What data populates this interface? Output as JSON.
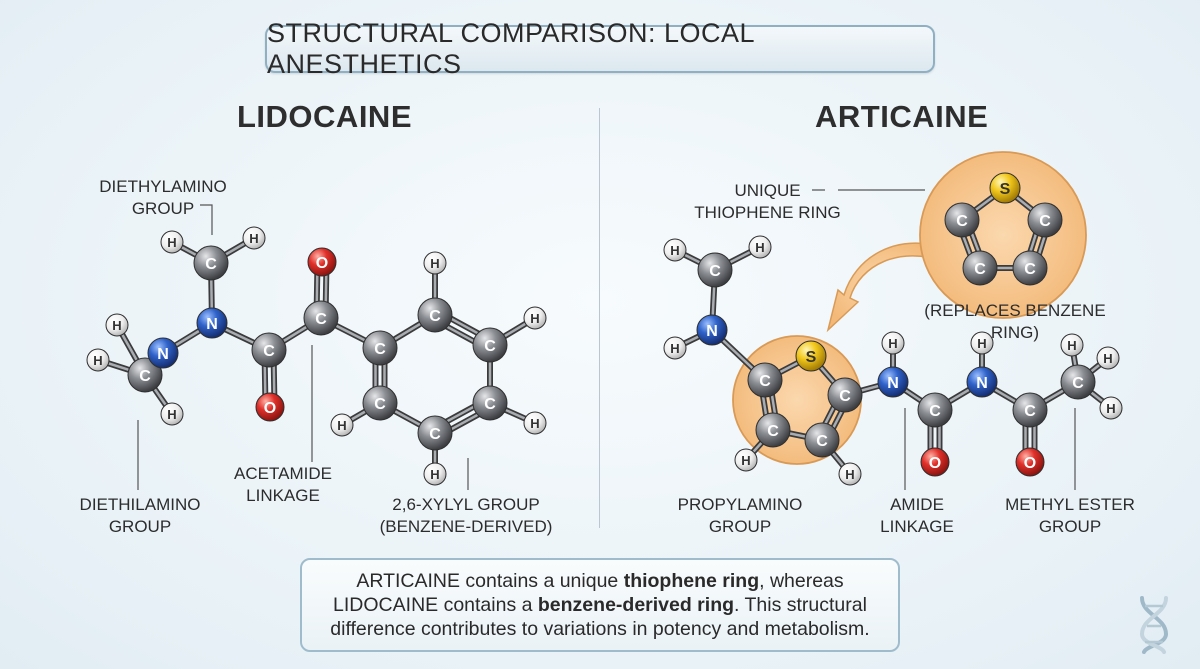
{
  "title": "STRUCTURAL COMPARISON: LOCAL ANESTHETICS",
  "left": {
    "heading": "LIDOCAINE",
    "labels": {
      "diethylamino_top": "DIETHYLAMINO\nGROUP",
      "diethilamino_bottom": "DIETHILAMINO\nGROUP",
      "acetamide": "ACETAMIDE\nLINKAGE",
      "xylyl": "2,6-XYLYL GROUP\n(BENZENE-DERIVED)"
    }
  },
  "right": {
    "heading": "ARTICAINE",
    "labels": {
      "thiophene": "UNIQUE\nTHIOPHENE RING",
      "replaces": "(REPLACES BENZENE RING)",
      "propylamino": "PROPYLAMINO\nGROUP",
      "amide": "AMIDE\nLINKAGE",
      "methyl_ester": "METHYL ESTER\nGROUP"
    }
  },
  "note": {
    "part1": "ARTICAINE contains a unique ",
    "bold1": "thiophene ring",
    "part2": ", whereas LIDOCAINE contains a ",
    "bold2": "benzene-derived ring",
    "part3": ". This structural difference contributes to variations in potency and metabolism."
  },
  "atom_symbols": {
    "C": "C",
    "H": "H",
    "N": "N",
    "O": "O",
    "S": "S"
  },
  "colors": {
    "carbon": "#7a7d82",
    "hydrogen": "#f1f1f1",
    "nitrogen": "#2f62c9",
    "oxygen": "#e0302a",
    "sulfur": "#f2c81c",
    "highlight": "#f6c48d",
    "accent": "#8fb0c3"
  },
  "logo_icon": "dna-helix-icon"
}
